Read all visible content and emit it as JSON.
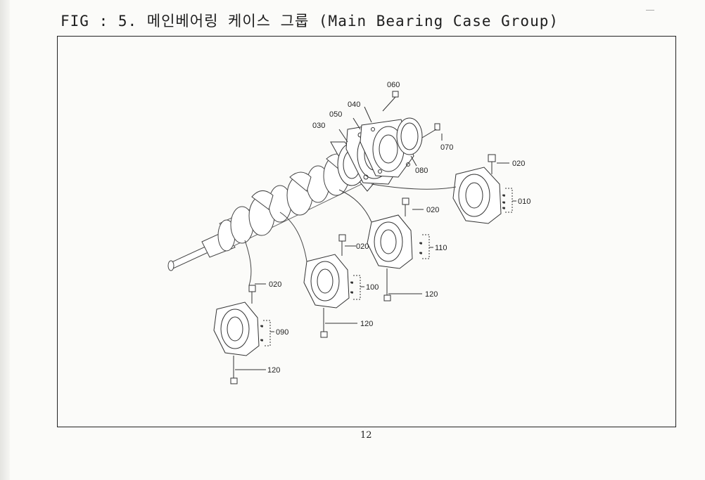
{
  "figure": {
    "title": "FIG : 5. 메인베어링 케이스 그룹 (Main Bearing Case Group)",
    "page_number": "12"
  },
  "callouts": {
    "c010": "010",
    "c020a": "020",
    "c020b": "020",
    "c020c": "020",
    "c020d": "020",
    "c030": "030",
    "c040": "040",
    "c050": "050",
    "c060": "060",
    "c070": "070",
    "c080": "080",
    "c090": "090",
    "c100": "100",
    "c110": "110",
    "c120a": "120",
    "c120b": "120",
    "c120c": "120"
  }
}
